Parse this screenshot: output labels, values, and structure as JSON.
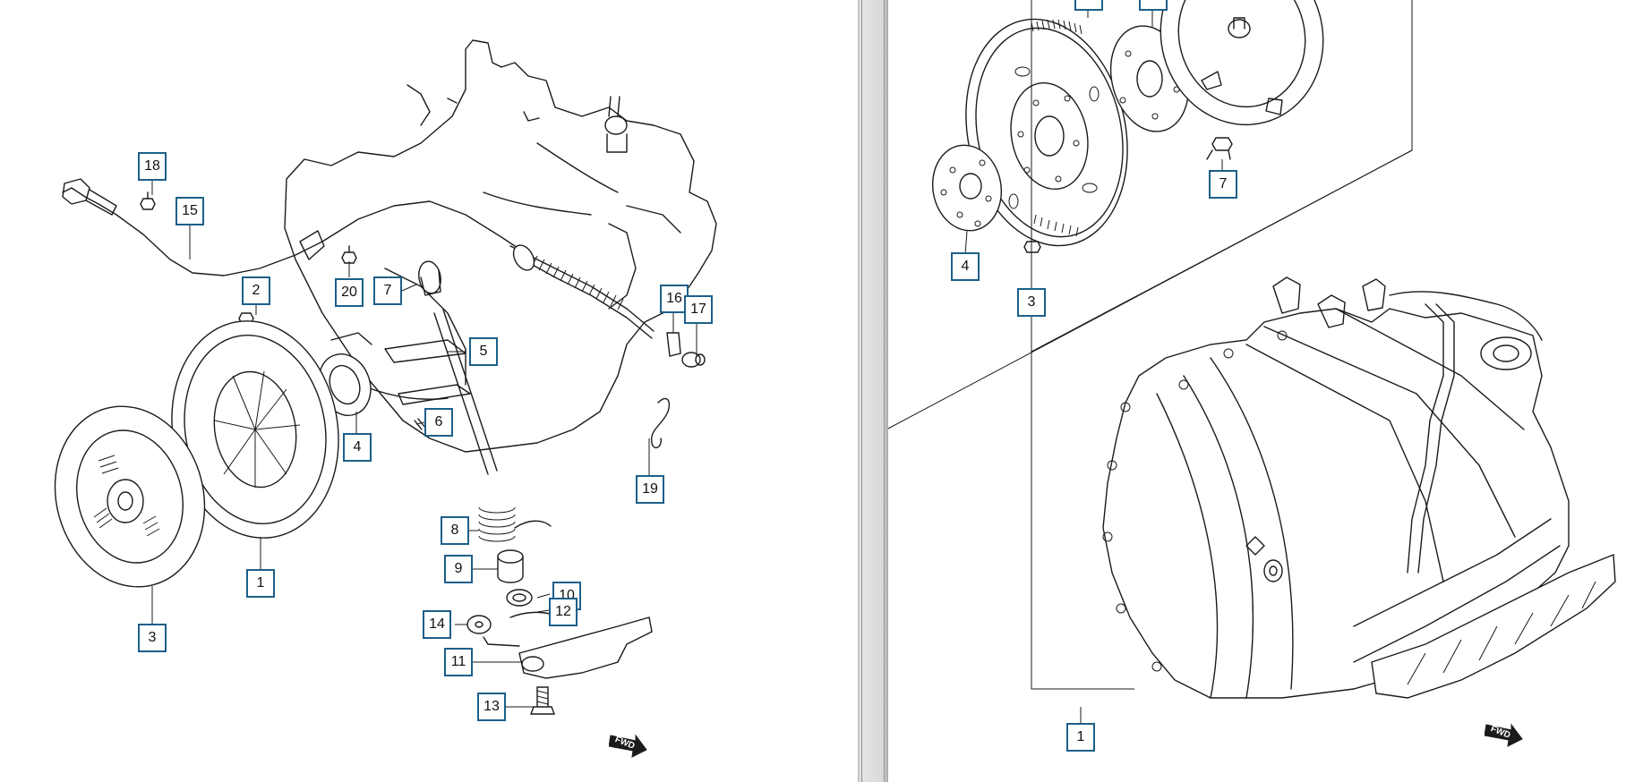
{
  "left_diagram": {
    "callouts": [
      "18",
      "15",
      "2",
      "20",
      "7",
      "16",
      "17",
      "5",
      "6",
      "4",
      "1",
      "3",
      "19",
      "8",
      "9",
      "10",
      "12",
      "14",
      "11",
      "13"
    ],
    "fwd_label": "FWD"
  },
  "right_diagram": {
    "callouts": [
      "4",
      "3",
      "7",
      "1"
    ],
    "fwd_label": "FWD"
  }
}
